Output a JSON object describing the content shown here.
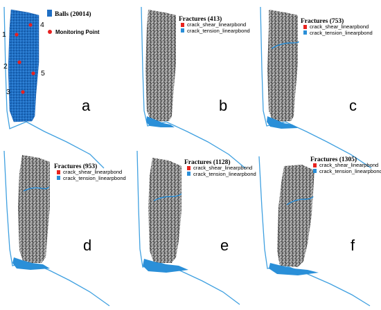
{
  "colors": {
    "ball_blue": "#1f6fc4",
    "shear_red": "#e8231e",
    "tension_blue": "#2a8fd8",
    "slope_line": "#3fa0e0",
    "rock_gray": "#7a7a7a",
    "point_red": "#e62020"
  },
  "panel_a": {
    "letter": "a",
    "balls_legend": "Balls (20014)",
    "monitoring_legend": "Monitoring Point",
    "points": [
      "1",
      "2",
      "3",
      "4",
      "5"
    ]
  },
  "panels": [
    {
      "letter": "b",
      "fractures_title": "Fractures (413)",
      "shear_label": "crack_shear_linearpbond",
      "tension_label": "crack_tension_linearpbond",
      "crack_level": 0.0
    },
    {
      "letter": "c",
      "fractures_title": "Fractures (753)",
      "shear_label": "crack_shear_linearpbond",
      "tension_label": "crack_tension_linearpbond",
      "crack_level": 0.35
    },
    {
      "letter": "d",
      "fractures_title": "Fractures (953)",
      "shear_label": "crack_shear_linearpbond",
      "tension_label": "crack_tension_linearpbond",
      "crack_level": 0.55
    },
    {
      "letter": "e",
      "fractures_title": "Fractures (1128)",
      "shear_label": "crack_shear_linearpbond",
      "tension_label": "crack_tension_linearpbond",
      "crack_level": 0.75
    },
    {
      "letter": "f",
      "fractures_title": "Fractures (1305)",
      "shear_label": "crack_shear_linearpbond",
      "tension_label": "crack_tension_linearpbond",
      "crack_level": 1.0
    }
  ]
}
